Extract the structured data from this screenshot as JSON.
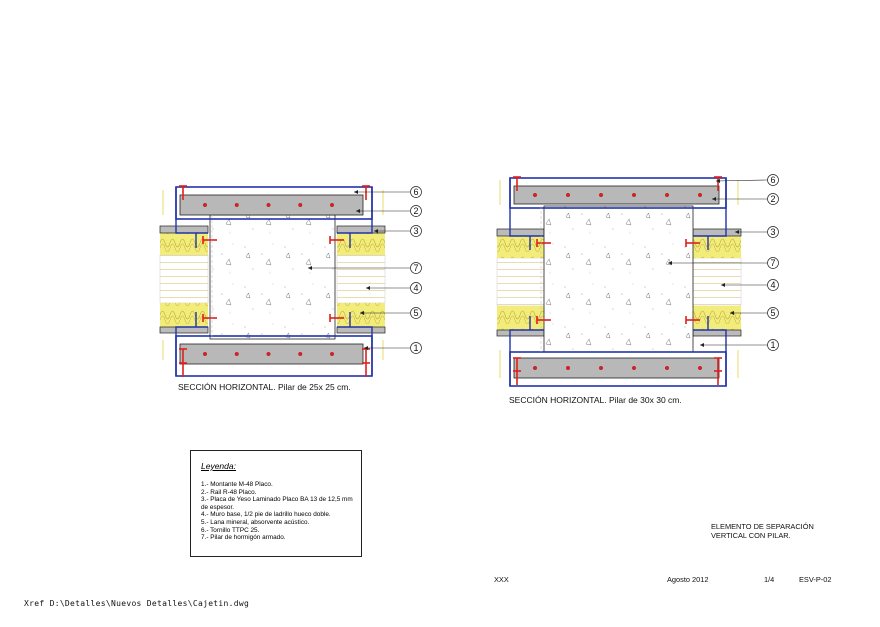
{
  "captions": {
    "left": "SECCIÓN HORIZONTAL. Pilar de 25x 25 cm.",
    "right": "SECCIÓN HORIZONTAL. Pilar de 30x 30 cm."
  },
  "callouts": [
    "6",
    "2",
    "3",
    "7",
    "4",
    "5",
    "1"
  ],
  "legend": {
    "title": "Leyenda:",
    "items": [
      "1.-      Montante M-48 Placo.",
      "2.-      Rail R-48 Placo.",
      "3.-      Placa de Yeso Laminado Placo BA 13 de 12,5 mm de espesor.",
      "4.-      Muro base, 1/2 pie de ladrillo hueco doble.",
      "5.-      Lana mineral, absorvente acústico.",
      "6.-      Tornillo TTPC 25.",
      "7.-      Pilar de hormigón armado."
    ]
  },
  "title_block": {
    "element_name_line1": "ELEMENTO DE SEPARACIÓN",
    "element_name_line2": "VERTICAL CON PILAR.",
    "field_xxx": "XXX",
    "date": "Agosto 2012",
    "sheet": "1/4",
    "code": "ESV-P-02"
  },
  "xref": "Xref D:\\Detalles\\Nuevos Detalles\\Cajetin.dwg",
  "colors": {
    "stud_blue": "#2233aa",
    "screw_red": "#e0201c",
    "insulation_yellow": "#f2ec7a",
    "board_gray": "#b8b8b8",
    "brick_line": "#d9c98a",
    "linework": "#222222"
  }
}
